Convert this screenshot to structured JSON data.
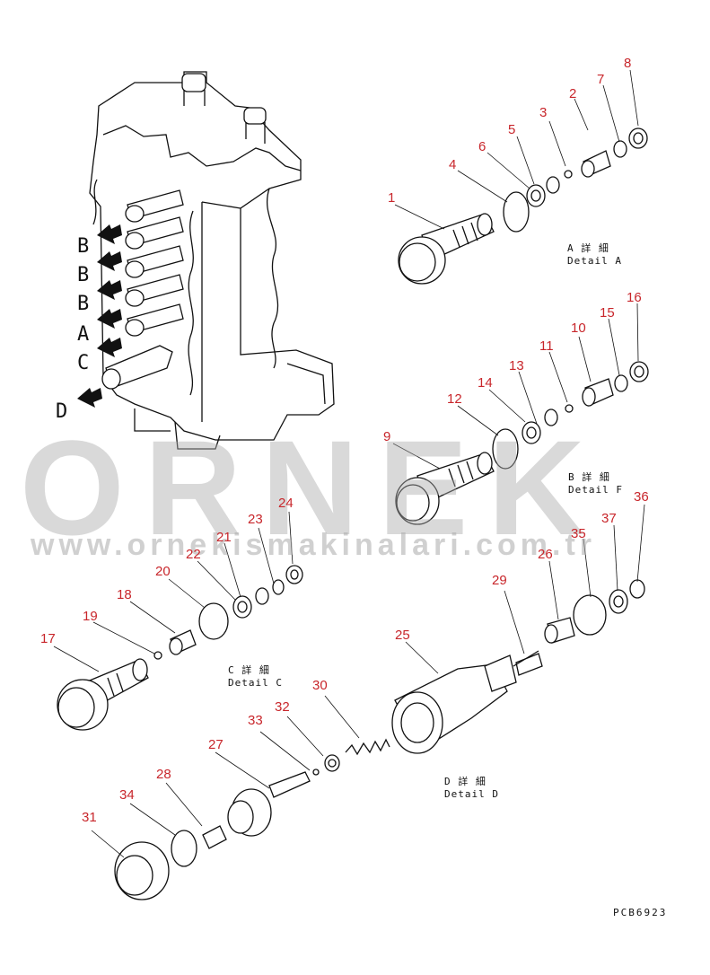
{
  "watermark": {
    "brand": "ORNEK",
    "url": "www.ornekismakinalari.com.tr"
  },
  "drawing_code": "PCB6923",
  "port_letters": [
    "B",
    "B",
    "B",
    "A",
    "C",
    "D"
  ],
  "details": [
    {
      "id": "A",
      "jp": "A 詳 細",
      "en": "Detail A"
    },
    {
      "id": "B",
      "jp": "B 詳 細",
      "en": "Detail F"
    },
    {
      "id": "C",
      "jp": "C 詳 細",
      "en": "Detail C"
    },
    {
      "id": "D",
      "jp": "D 詳 細",
      "en": "Detail D"
    }
  ],
  "part_numbers": [
    "1",
    "2",
    "3",
    "4",
    "5",
    "6",
    "7",
    "8",
    "9",
    "10",
    "11",
    "12",
    "13",
    "14",
    "15",
    "16",
    "17",
    "18",
    "19",
    "20",
    "21",
    "22",
    "23",
    "24",
    "25",
    "26",
    "27",
    "28",
    "29",
    "30",
    "31",
    "32",
    "33",
    "34",
    "35",
    "36",
    "37"
  ]
}
